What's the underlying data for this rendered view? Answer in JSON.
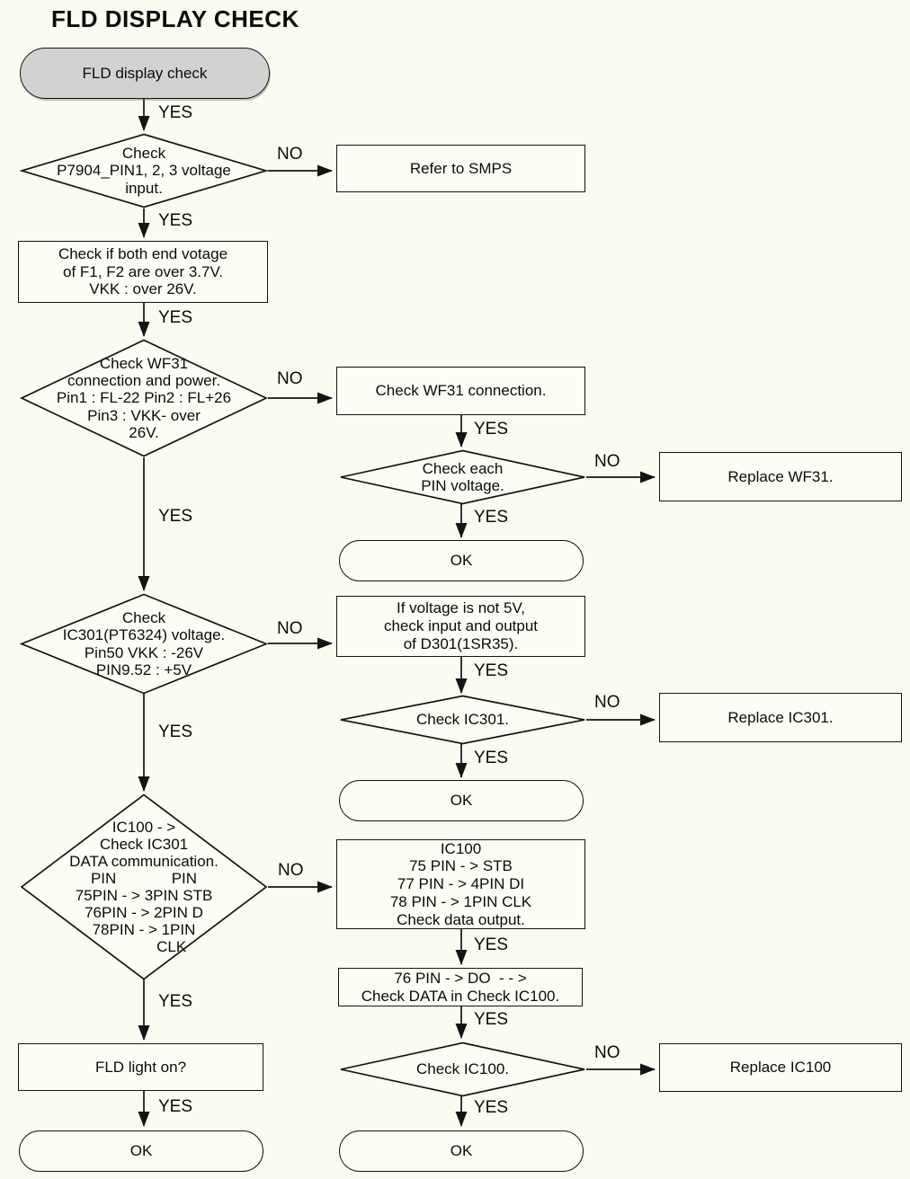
{
  "title": "FLD DISPLAY CHECK",
  "labels": {
    "yes": "YES",
    "no": "NO"
  },
  "colors": {
    "background": "#fbfbf1",
    "shape_fill": "#fdfdf6",
    "start_terminator_fill": "#d2d2d0",
    "line": "#141414"
  },
  "nodes": {
    "start": {
      "type": "terminator",
      "label": "FLD display check"
    },
    "d1": {
      "type": "decision",
      "label": "Check\nP7904_PIN1, 2, 3 voltage\ninput."
    },
    "refer_smps": {
      "type": "process",
      "label": "Refer to SMPS"
    },
    "f1f2": {
      "type": "process",
      "label": "Check if both end votage\nof F1, F2 are over 3.7V.\nVKK : over 26V."
    },
    "d2": {
      "type": "decision",
      "label": "Check WF31\nconnection and power.\nPin1 : FL-22 Pin2 : FL+26\nPin3 : VKK- over\n26V."
    },
    "wf31_conn": {
      "type": "process",
      "label": "Check WF31 connection."
    },
    "d3": {
      "type": "decision",
      "label": "Check each\nPIN voltage."
    },
    "replace_wf31": {
      "type": "process",
      "label": "Replace WF31."
    },
    "ok1": {
      "type": "terminator",
      "label": "OK"
    },
    "d4": {
      "type": "decision",
      "label": "Check\nIC301(PT6324) voltage.\nPin50 VKK : -26V\nPIN9.52 : +5V"
    },
    "d301": {
      "type": "process",
      "label": "If voltage is not 5V,\ncheck input and output\nof D301(1SR35)."
    },
    "d5": {
      "type": "decision",
      "label": "Check IC301."
    },
    "replace_ic301": {
      "type": "process",
      "label": "Replace IC301."
    },
    "ok2": {
      "type": "terminator",
      "label": "OK"
    },
    "d6": {
      "type": "decision",
      "label": "IC100 - >\nCheck IC301\nDATA communication.\nPIN             PIN\n75PIN - > 3PIN STB\n76PIN - > 2PIN D\n78PIN - > 1PIN\n             CLK"
    },
    "ic100_out": {
      "type": "process",
      "label": "IC100\n75 PIN - > STB\n77 PIN - > 4PIN DI\n78 PIN - > 1PIN CLK\nCheck data output."
    },
    "pin76": {
      "type": "process",
      "label": "76 PIN - > DO  - - >\nCheck DATA in Check IC100."
    },
    "d7": {
      "type": "decision",
      "label": "Check IC100."
    },
    "replace_ic100": {
      "type": "process",
      "label": "Replace IC100"
    },
    "ok3": {
      "type": "terminator",
      "label": "OK"
    },
    "fld_light": {
      "type": "process",
      "label": "FLD light on?"
    },
    "ok4": {
      "type": "terminator",
      "label": "OK"
    }
  }
}
